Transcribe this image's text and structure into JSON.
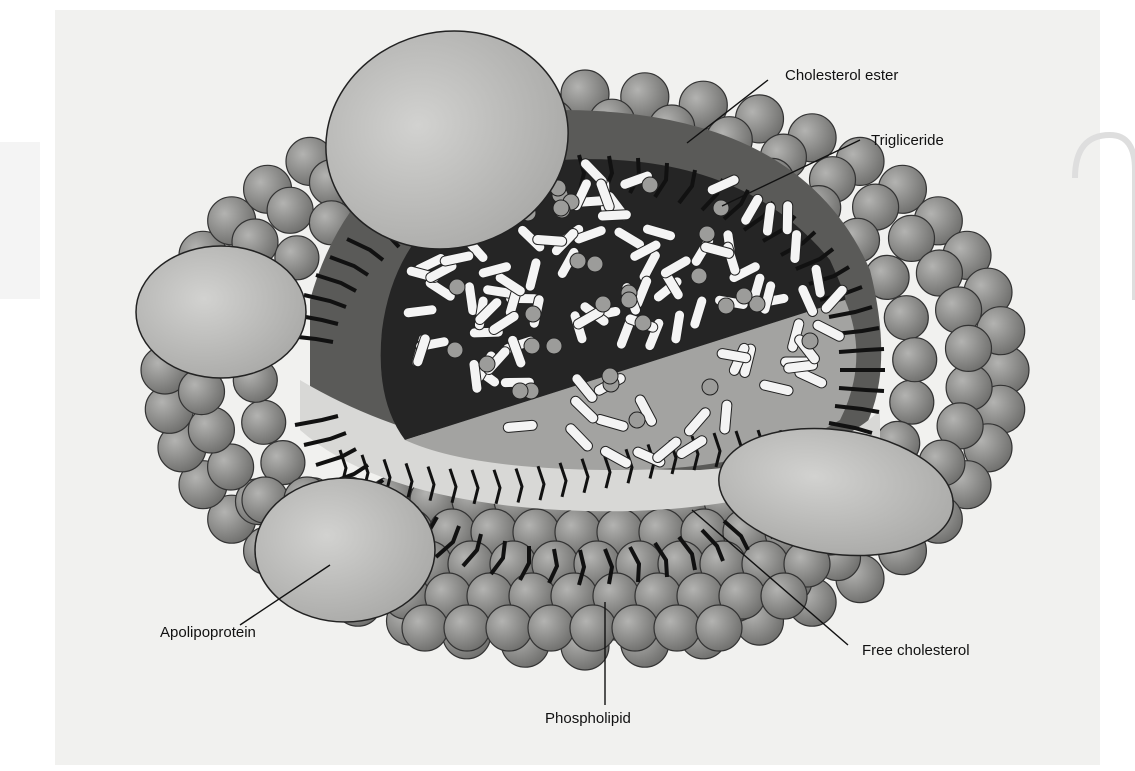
{
  "labels": {
    "cholesterol_ester": "Cholesterol ester",
    "triglyceride": "Trigliceride",
    "apolipoprotein": "Apolipoprotein",
    "free_cholesterol": "Free cholesterol",
    "phospholipid": "Phospholipid"
  },
  "colors": {
    "paper": "#f1f1ef",
    "phospholipid_head": "#8f8f8d",
    "apoprotein": "#c8c8c6",
    "core_dark": "#2a2a2a",
    "core_light": "#a9a9a7",
    "rods": "#f4f4f4",
    "watermark": "#dcdcdc"
  }
}
